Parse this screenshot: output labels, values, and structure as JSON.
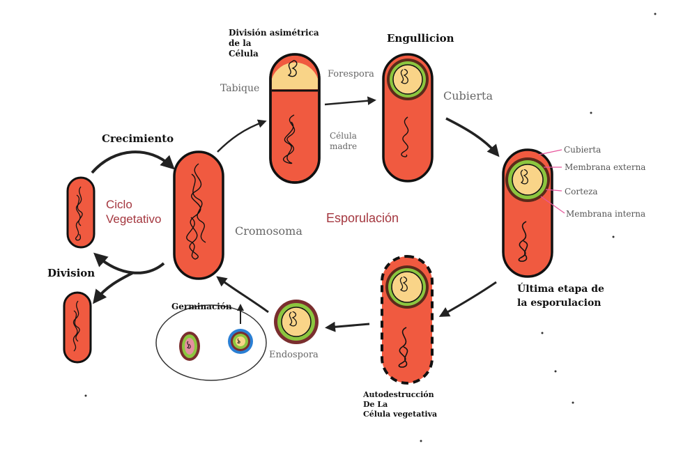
{
  "colors": {
    "cell": "#f05a40",
    "cell_outline": "#111111",
    "forespore": "#f9d488",
    "spore_green": "#8cc63f",
    "spore_brown": "#7a2e2e",
    "spore_blue": "#2a7fd4",
    "pink_line": "#e8559b",
    "cycle_red": "#a4373f"
  },
  "labels": {
    "crecimiento": "Crecimiento",
    "division": "Division",
    "ciclo_vegetativo": "Ciclo\nVegetativo",
    "cromosoma": "Cromosoma",
    "division_asimetrica": "División asimétrica\nde la\nCélula",
    "tabique": "Tabique",
    "forespora": "Forespora",
    "celula_madre": "Célula\nmadre",
    "engullicion": "Engullicion",
    "cubierta_top": "Cubierta",
    "esporulacion": "Esporulación",
    "ultima_etapa": "Última etapa de\nla esporulacion",
    "autodestruccion": "Autodestrucción\nDe La\nCélula vegetativa",
    "endospora": "Endospora",
    "germinacion": "Germinación"
  },
  "layers": {
    "cubierta": "Cubierta",
    "membrana_externa": "Membrana externa",
    "corteza": "Corteza",
    "membrana_interna": "Membrana interna"
  }
}
